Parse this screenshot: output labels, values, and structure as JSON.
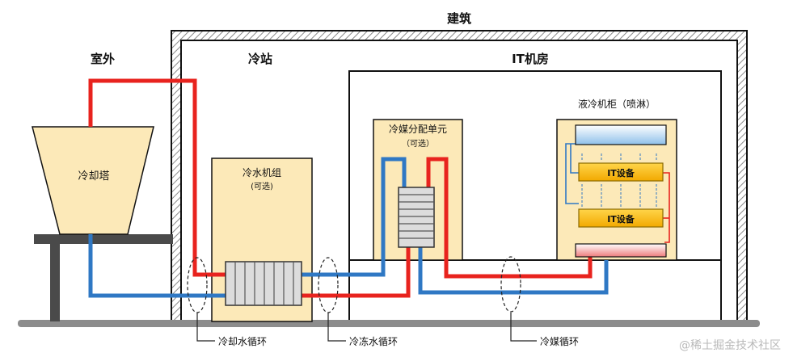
{
  "labels": {
    "building": "建筑",
    "outdoor": "室外",
    "cooling_station": "冷站",
    "it_room": "IT机房",
    "cooling_tower": "冷却塔",
    "chiller_title": "冷水机组",
    "chiller_sub": "(可选)",
    "cdu_title": "冷媒分配单元",
    "cdu_sub": "（可选）",
    "liquid_cabinet": "液冷机柜（喷淋）",
    "it_equipment_1": "IT设备",
    "it_equipment_2": "IT设备",
    "loop_cooling_water": "冷却水循环",
    "loop_chilled_water": "冷冻水循环",
    "loop_refrigerant": "冷媒循环",
    "watermark": "@稀土掘金技术社区"
  },
  "colors": {
    "hot_pipe": "#e8231e",
    "cold_pipe": "#2f78c4",
    "unit_fill": "#fce9b8",
    "wall": "#111111",
    "wall_hatch": "#9a9a9a",
    "ground": "#8c8c8c",
    "it_badge": "#f5b800"
  }
}
